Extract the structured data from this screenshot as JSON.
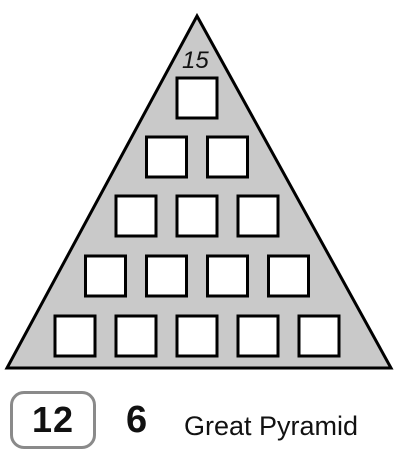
{
  "puzzle": {
    "top_number": "15",
    "rows": [
      [
        "",
        "",
        "",
        "",
        ""
      ],
      [
        "",
        "",
        "",
        ""
      ],
      [
        "",
        "",
        ""
      ],
      [
        "",
        ""
      ],
      [
        ""
      ]
    ],
    "colors": {
      "triangle_fill": "#c9c9c9",
      "triangle_stroke": "#000000",
      "cell_fill": "#ffffff"
    }
  },
  "footer": {
    "badge_number": "12",
    "level_number": "6",
    "title": "Great Pyramid",
    "badge_border_color": "#8a8a8a"
  }
}
